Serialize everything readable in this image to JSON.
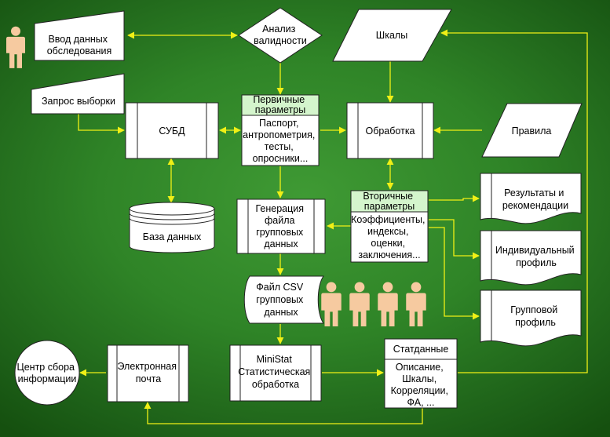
{
  "nodes": {
    "input_data": [
      "Ввод данных",
      "обследования"
    ],
    "validity": [
      "Анализ",
      "валидности"
    ],
    "scales": [
      "Шкалы"
    ],
    "sample_request": [
      "Запрос выборки"
    ],
    "dbms": [
      "СУБД"
    ],
    "primary_header": [
      "Первичные",
      "параметры"
    ],
    "primary_body": [
      "Паспорт,",
      "антропометрия,",
      "тесты,",
      "опросники..."
    ],
    "processing": [
      "Обработка"
    ],
    "rules": [
      "Правила"
    ],
    "database": [
      "База данных"
    ],
    "group_file_gen": [
      "Генерация",
      "файла",
      "групповых",
      "данных"
    ],
    "secondary_header": [
      "Вторичные",
      "параметры"
    ],
    "secondary_body": [
      "Коэффициенты,",
      "индексы,",
      "оценки,",
      "заключения..."
    ],
    "results": [
      "Результаты и",
      "рекомендации"
    ],
    "individual_profile": [
      "Индивидуальный",
      "профиль"
    ],
    "csv_file": [
      "Файл CSV",
      "групповых",
      "данных"
    ],
    "group_profile": [
      "Групповой",
      "профиль"
    ],
    "center": [
      "Центр сбора",
      "информации"
    ],
    "email": [
      "Электронная",
      "почта"
    ],
    "ministat": [
      "MiniStat",
      "Статистическая",
      "обработка"
    ],
    "statdata_header": [
      "Статданные"
    ],
    "statdata_body": [
      "Описание,",
      "Шкалы,",
      "Корреляции,",
      "ФА, ..."
    ]
  },
  "colors": {
    "connector": "#f0f016",
    "header_fill": "#d4f5cc",
    "person": "#f6caa0",
    "background": "#2f8427"
  },
  "icons": [
    "person-icon"
  ]
}
